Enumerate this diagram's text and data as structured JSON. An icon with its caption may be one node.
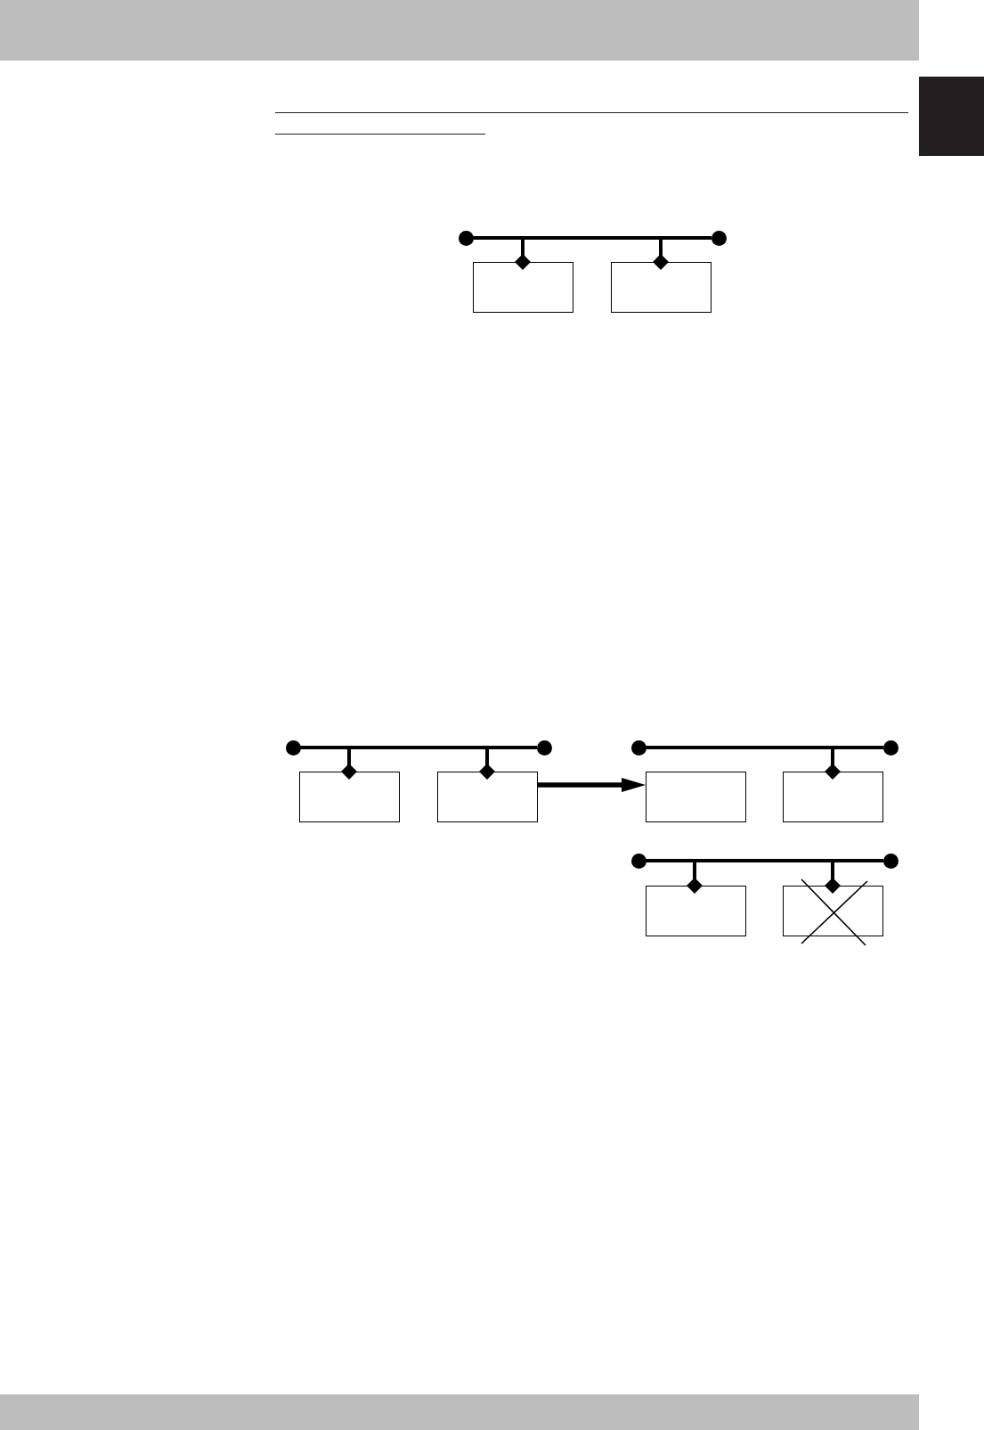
{
  "diagram": {
    "nodes": [
      {
        "text": [],
        "shape": "box"
      },
      {
        "text": [],
        "shape": "bar"
      },
      {
        "text": [],
        "shape": "box"
      },
      {
        "text": [],
        "shape": "box"
      },
      {
        "text": [],
        "shape": "bar"
      },
      {
        "text": [],
        "shape": "box"
      },
      {
        "text": [],
        "shape": "box"
      },
      {
        "text": [],
        "shape": "bar"
      },
      {
        "text": [],
        "shape": "box"
      },
      {
        "text": [],
        "shape": "box"
      },
      {
        "text": [],
        "shape": "bar"
      },
      {
        "text": [],
        "shape": "box"
      },
      {
        "text": [],
        "shape": "box"
      }
    ],
    "edges": [
      {
        "from": 1,
        "to": 2,
        "arrow": "other"
      },
      {
        "from": 1,
        "to": 3,
        "arrow": "other"
      },
      {
        "from": 4,
        "to": 5,
        "arrow": "other"
      },
      {
        "from": 4,
        "to": 6,
        "arrow": "other"
      },
      {
        "from": 6,
        "to": 8,
        "arrow": "to"
      },
      {
        "from": 7,
        "to": 9,
        "arrow": "other"
      },
      {
        "from": 10,
        "to": 11,
        "arrow": "other"
      },
      {
        "from": 10,
        "to": 12,
        "arrow": "other"
      }
    ]
  }
}
